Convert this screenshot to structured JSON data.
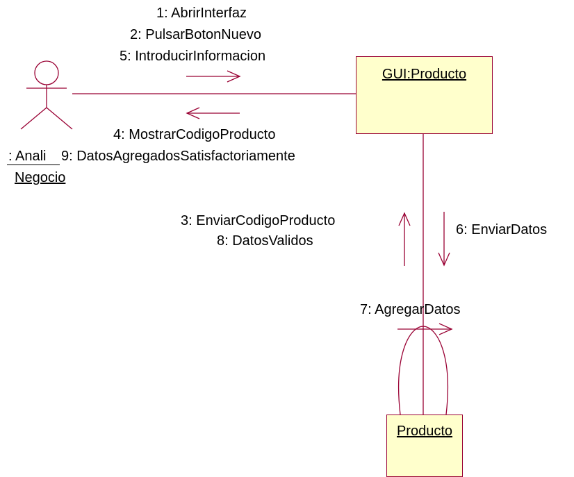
{
  "actor": {
    "name_line1": ": Anali",
    "name_line2": "Negocio"
  },
  "objects": {
    "gui": "GUI:Producto",
    "producto": "Producto"
  },
  "messages": {
    "actor_to_gui": [
      "1: AbrirInterfaz",
      "2: PulsarBotonNuevo",
      "5: IntroducirInformacion"
    ],
    "gui_to_actor": [
      "4: MostrarCodigoProducto",
      "9: DatosAgregadosSatisfactoriamente"
    ],
    "producto_to_gui": [
      "3: EnviarCodigoProducto",
      "8: DatosValidos"
    ],
    "gui_to_producto": "6: EnviarDatos",
    "self_producto": "7: AgregarDatos"
  },
  "colors": {
    "line": "#990033",
    "box_fill": "#ffffcc",
    "text": "#000000"
  }
}
